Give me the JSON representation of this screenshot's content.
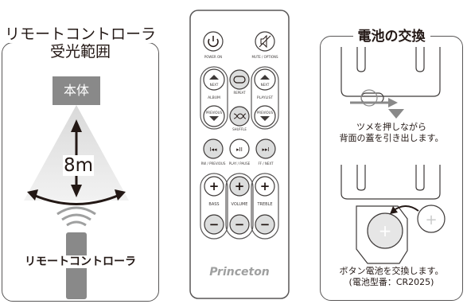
{
  "reception": {
    "title_line1": "リモートコントローラ",
    "title_line2": "受光範囲",
    "main_unit_label": "本体",
    "distance_label": "8m",
    "remote_label": "リモートコントローラ"
  },
  "remote": {
    "power_label": "POWER ON",
    "mute_label": "MUTE / OPTIONS",
    "next_label": "NEXT",
    "previous_label": "PREVIOUS",
    "album_label": "ALBUM",
    "playlist_label": "PLAYLIST",
    "repeat_label": "REPEAT",
    "shuffle_label": "SHUFFLE",
    "rw_label": "RW / PREVIOUS",
    "play_label": "PLAY / PAUSE",
    "ff_label": "FF / NEXT",
    "bass_label": "BASS",
    "volume_label": "VOLUME",
    "treble_label": "TREBLE",
    "brand": "Princeton",
    "plus": "+",
    "minus": "−"
  },
  "battery": {
    "title": "電池の交換",
    "step1_line1": "ツメを押しながら",
    "step1_line2": "背面の蓋を引き出します。",
    "step2_line1": "ボタン電池を交換します。",
    "step2_line2": "(電池型番：CR2025)"
  }
}
